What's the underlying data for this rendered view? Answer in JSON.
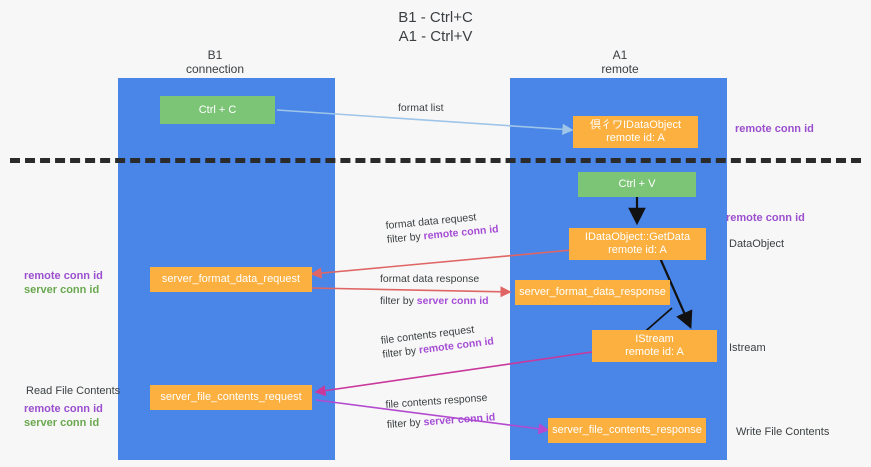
{
  "title": {
    "line1": "B1 - Ctrl+C",
    "line2": "A1 - Ctrl+V"
  },
  "columns": [
    {
      "id": "b1",
      "name": "B1",
      "role": "connection"
    },
    {
      "id": "a1",
      "name": "A1",
      "role": "remote"
    }
  ],
  "boxes": {
    "ctrl_c": {
      "label": "Ctrl + C",
      "color": "#7cc576"
    },
    "ctrl_v": {
      "label": "Ctrl + V",
      "color": "#7cc576"
    },
    "idataobject": {
      "line1": "倶彳ワIDataObject",
      "line2": "remote id: A",
      "color": "#fbb040"
    },
    "getdata": {
      "line1": "IDataObject::GetData",
      "line2": "remote id: A",
      "color": "#fbb040"
    },
    "istream": {
      "line1": "IStream",
      "line2": "remote id: A",
      "color": "#fbb040"
    },
    "server_format_data_request": {
      "label": "server_format_data_request",
      "color": "#fbb040"
    },
    "server_format_data_response": {
      "label": "server_format_data_response",
      "color": "#fbb040"
    },
    "server_file_contents_request": {
      "label": "server_file_contents_request",
      "color": "#fbb040"
    },
    "server_file_contents_response": {
      "label": "server_file_contents_response",
      "color": "#fbb040"
    }
  },
  "edges": [
    {
      "id": "format-list",
      "label": "format list",
      "color": "#9fc5e8",
      "from": "ctrl_c",
      "to": "idataobject"
    },
    {
      "id": "format-data-request",
      "label_line1": "format data request",
      "label_line2_prefix": "filter by ",
      "label_line2_key": "remote conn id",
      "color": "#e06666",
      "from": "getdata",
      "to": "server_format_data_request"
    },
    {
      "id": "format-data-response",
      "label_line1": "format data response",
      "label_line2_prefix": "filter by ",
      "label_line2_key": "server conn id",
      "color": "#e06666",
      "from": "server_format_data_request",
      "to": "server_format_data_response"
    },
    {
      "id": "file-contents-request",
      "label_line1": "file contents request",
      "label_line2_prefix": "filter by ",
      "label_line2_key": "remote conn id",
      "color": "#c9389c",
      "from": "istream",
      "to": "server_file_contents_request"
    },
    {
      "id": "file-contents-response",
      "label_line1": "file contents response",
      "label_line2_prefix": "filter by ",
      "label_line2_key": "server conn id",
      "color": "#b44ad0",
      "from": "server_file_contents_request",
      "to": "server_file_contents_response"
    }
  ],
  "side_labels": {
    "right_remote_conn_id_top": "remote conn id",
    "right_remote_conn_id_mid": "remote conn id",
    "right_dataobject": "DataObject",
    "right_istream": "Istream",
    "right_write_file_contents": "Write File Contents",
    "left_remote_conn_id_mid": "remote conn id",
    "left_server_conn_id_mid": "server conn id",
    "left_read_file_contents": "Read File Contents",
    "left_remote_conn_id_bottom": "remote conn id",
    "left_server_conn_id_bottom": "server conn id"
  },
  "colors": {
    "lane": "#4a86e8",
    "green_box": "#7cc576",
    "orange_box": "#fbb040",
    "purple_text": "#9b4fcf",
    "green_text": "#6aa84f",
    "divider": "#2b2b2b",
    "background": "#f7f7f7"
  }
}
